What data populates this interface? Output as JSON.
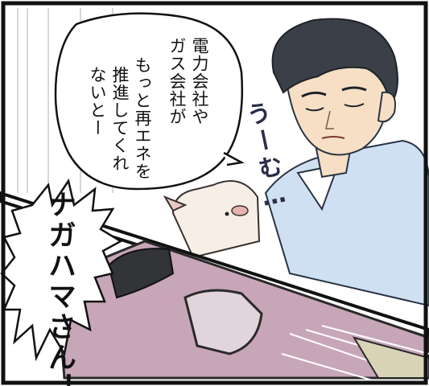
{
  "bubble_top": {
    "lines": [
      "電力会社や",
      "ガス会社が",
      "もっと再エネを",
      "推進してくれ",
      "ないとー"
    ]
  },
  "shout_bubble": {
    "lines": [
      "ナガハマさん！"
    ]
  },
  "sound_effect": {
    "lines": [
      "うーむ…"
    ]
  },
  "colors": {
    "panel_border": "#111111",
    "shirt": "#cfe0f2",
    "hair": "#3b4048",
    "skin": "#f6dfc4",
    "car_body": "#c7a6b8",
    "dog": "#f7efe6",
    "background_lines": "#d8d8d8"
  }
}
